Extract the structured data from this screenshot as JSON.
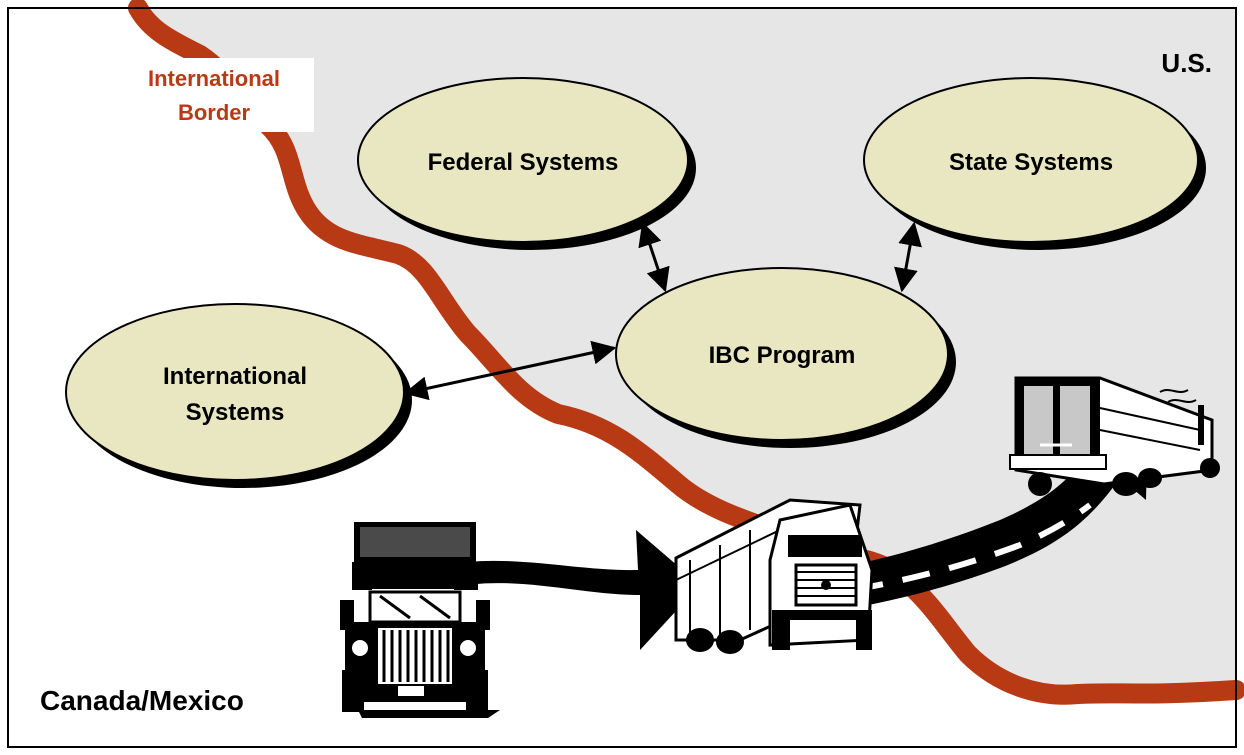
{
  "regions": {
    "us_label": "U.S.",
    "canada_mexico_label": "Canada/Mexico"
  },
  "border": {
    "label_line1": "International",
    "label_line2": "Border"
  },
  "nodes": {
    "federal": "Federal Systems",
    "state": "State Systems",
    "ibc": "IBC Program",
    "international_line1": "International",
    "international_line2": "Systems"
  },
  "colors": {
    "us_region": "#e6e6e6",
    "border_line": "#b83a14",
    "border_label": "#b83a14",
    "ellipse_fill": "#e9e6c2",
    "ellipse_shadow": "#000000",
    "road": "#000000",
    "road_dash": "#ffffff"
  },
  "icons": [
    "semi-truck-front-icon",
    "box-truck-icon",
    "trailer-truck-icon"
  ]
}
